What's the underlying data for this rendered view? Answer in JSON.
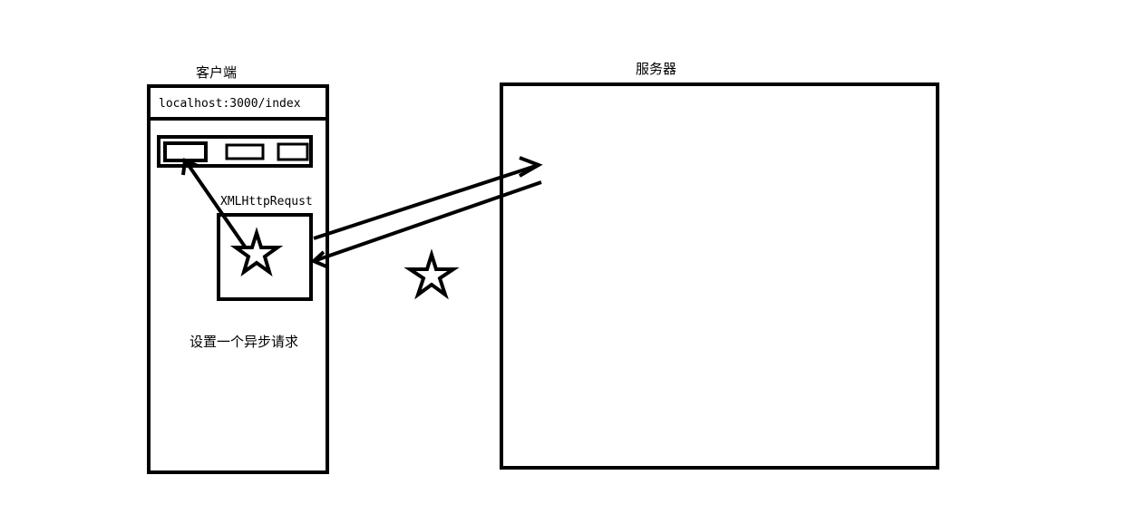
{
  "client": {
    "title": "客户端",
    "url": "localhost:3000/index",
    "xhr_label": "XMLHttpRequst",
    "note": "设置一个异步请求"
  },
  "server": {
    "title": "服务器"
  },
  "colors": {
    "stroke": "#000000",
    "background": "#ffffff"
  }
}
